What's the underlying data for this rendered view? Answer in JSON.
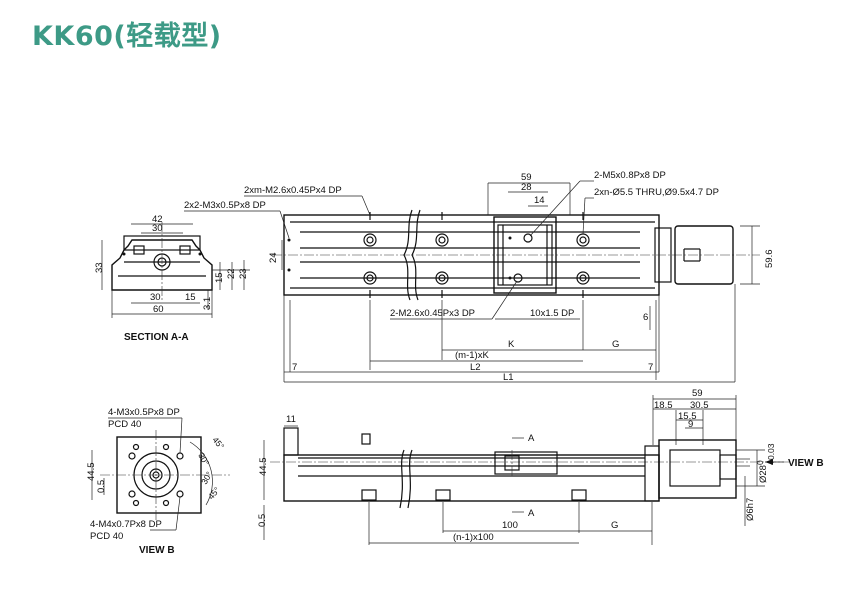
{
  "title": "KK60(轻载型)",
  "top_view": {
    "callouts": {
      "c1": "2xm-M2.6x0.45Px4 DP",
      "c2": "2x2-M3x0.5Px8 DP",
      "c3": "2-M5x0.8Px8 DP",
      "c4": "2xn-Ø5.5 THRU,Ø9.5x4.7 DP",
      "c5": "2-M2.6x0.45Px3 DP",
      "c6": "10x1.5 DP"
    },
    "dims": {
      "d59": "59",
      "d28": "28",
      "d14": "14",
      "d24": "24",
      "d596": "59.6",
      "d6": "6",
      "dK": "K",
      "dG": "G",
      "dmK": "(m-1)xK",
      "d7a": "7",
      "dL2": "L2",
      "d7b": "7",
      "dL1": "L1"
    }
  },
  "section": {
    "dims": {
      "d42": "42",
      "d30": "30",
      "d33": "33",
      "d15a": "15",
      "d22": "22",
      "d23": "23",
      "d30b": "30",
      "d15b": "15",
      "d31": "3.1",
      "d60": "60"
    },
    "label": "SECTION A-A"
  },
  "view_b": {
    "callout_top": "4-M3x0.5Px8 DP",
    "pcd_top": "PCD 40",
    "callout_bottom": "4-M4x0.7Px8 DP",
    "pcd_bottom": "PCD 40",
    "dims": {
      "d445": "44.5",
      "d05": "0.5",
      "a45a": "45°",
      "a30a": "30°",
      "a30b": "30°",
      "a45b": "45°"
    },
    "label": "VIEW B"
  },
  "side_view": {
    "dims": {
      "d11": "11",
      "d445": "44.5",
      "d05": "0.5",
      "d59": "59",
      "d185": "18.5",
      "d305": "30.5",
      "d155": "15.5",
      "d9": "9",
      "d28h": "Ø28",
      "d28tol": "+0.03",
      "d28tol0": "0",
      "d6h7": "Ø6h7",
      "sA1": "A",
      "sA2": "A",
      "d100": "100",
      "dG": "G",
      "dn100": "(n-1)x100"
    },
    "view_arrow": "VIEW B"
  }
}
